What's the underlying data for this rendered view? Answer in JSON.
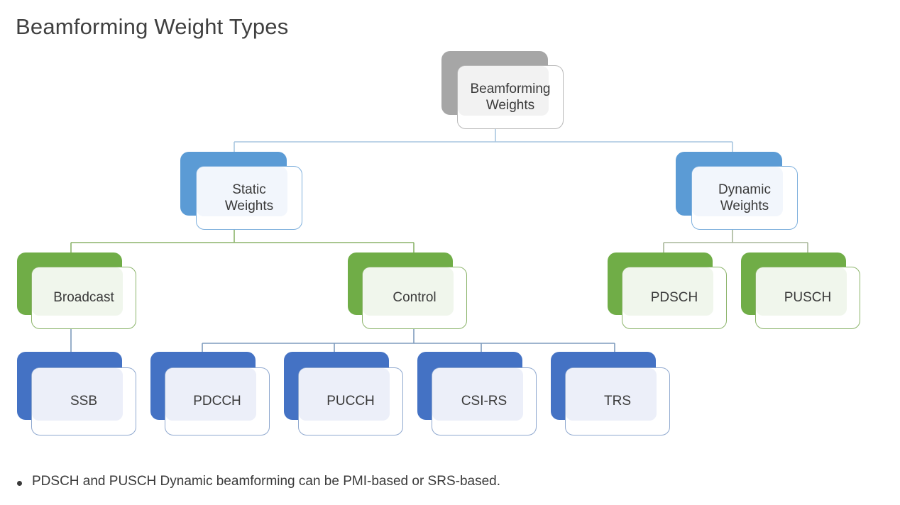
{
  "slide": {
    "title": "Beamforming Weight Types",
    "background": "#ffffff"
  },
  "palette": {
    "root_back": "#a6a6a6",
    "root_front_fill": "#f2f2f2",
    "root_border": "#bfbfbf",
    "blue_light_back": "#5b9bd5",
    "blue_light_front_fill": "#f2f6fc",
    "blue_light_border": "#7fb0dd",
    "green_back": "#70ad47",
    "green_front_fill": "#f0f6ec",
    "green_border": "#8bb46a",
    "blue_dark_back": "#4472c4",
    "blue_dark_front_fill": "#eceff9",
    "blue_dark_border": "#8fa8cf",
    "connector_root": "#a9c6e0",
    "connector_green": "#8bb46a",
    "connector_gray_green": "#a9b79a",
    "connector_blue": "#7e9bbd"
  },
  "diagram": {
    "type": "hierarchy",
    "root": {
      "id": "beamforming-weights",
      "label": "Beamforming\nWeights",
      "level": 1,
      "style": "root"
    },
    "nodes": [
      {
        "id": "beamforming-weights",
        "label": "Beamforming\nWeights",
        "level": 1,
        "style": "root",
        "parent": null
      },
      {
        "id": "static-weights",
        "label": "Static\nWeights",
        "level": 2,
        "style": "blue-light",
        "parent": "beamforming-weights"
      },
      {
        "id": "dynamic-weights",
        "label": "Dynamic\nWeights",
        "level": 2,
        "style": "blue-light",
        "parent": "beamforming-weights"
      },
      {
        "id": "broadcast",
        "label": "Broadcast",
        "level": 3,
        "style": "green",
        "parent": "static-weights"
      },
      {
        "id": "control",
        "label": "Control",
        "level": 3,
        "style": "green",
        "parent": "static-weights"
      },
      {
        "id": "pdsch",
        "label": "PDSCH",
        "level": 3,
        "style": "green",
        "parent": "dynamic-weights"
      },
      {
        "id": "pusch",
        "label": "PUSCH",
        "level": 3,
        "style": "green",
        "parent": "dynamic-weights"
      },
      {
        "id": "ssb",
        "label": "SSB",
        "level": 4,
        "style": "blue-dark",
        "parent": "broadcast"
      },
      {
        "id": "pdcch",
        "label": "PDCCH",
        "level": 4,
        "style": "blue-dark",
        "parent": "control"
      },
      {
        "id": "pucch",
        "label": "PUCCH",
        "level": 4,
        "style": "blue-dark",
        "parent": "control"
      },
      {
        "id": "csi-rs",
        "label": "CSI-RS",
        "level": 4,
        "style": "blue-dark",
        "parent": "control"
      },
      {
        "id": "trs",
        "label": "TRS",
        "level": 4,
        "style": "blue-dark",
        "parent": "control"
      }
    ],
    "labels": {
      "beamforming_weights": "Beamforming\nWeights",
      "static_weights": "Static\nWeights",
      "dynamic_weights": "Dynamic\nWeights",
      "broadcast": "Broadcast",
      "control": "Control",
      "pdsch": "PDSCH",
      "pusch": "PUSCH",
      "ssb": "SSB",
      "pdcch": "PDCCH",
      "pucch": "PUCCH",
      "csi_rs": "CSI-RS",
      "trs": "TRS"
    }
  },
  "notes": {
    "bullets": [
      "PDSCH and PUSCH Dynamic beamforming can be PMI-based or SRS-based."
    ]
  }
}
